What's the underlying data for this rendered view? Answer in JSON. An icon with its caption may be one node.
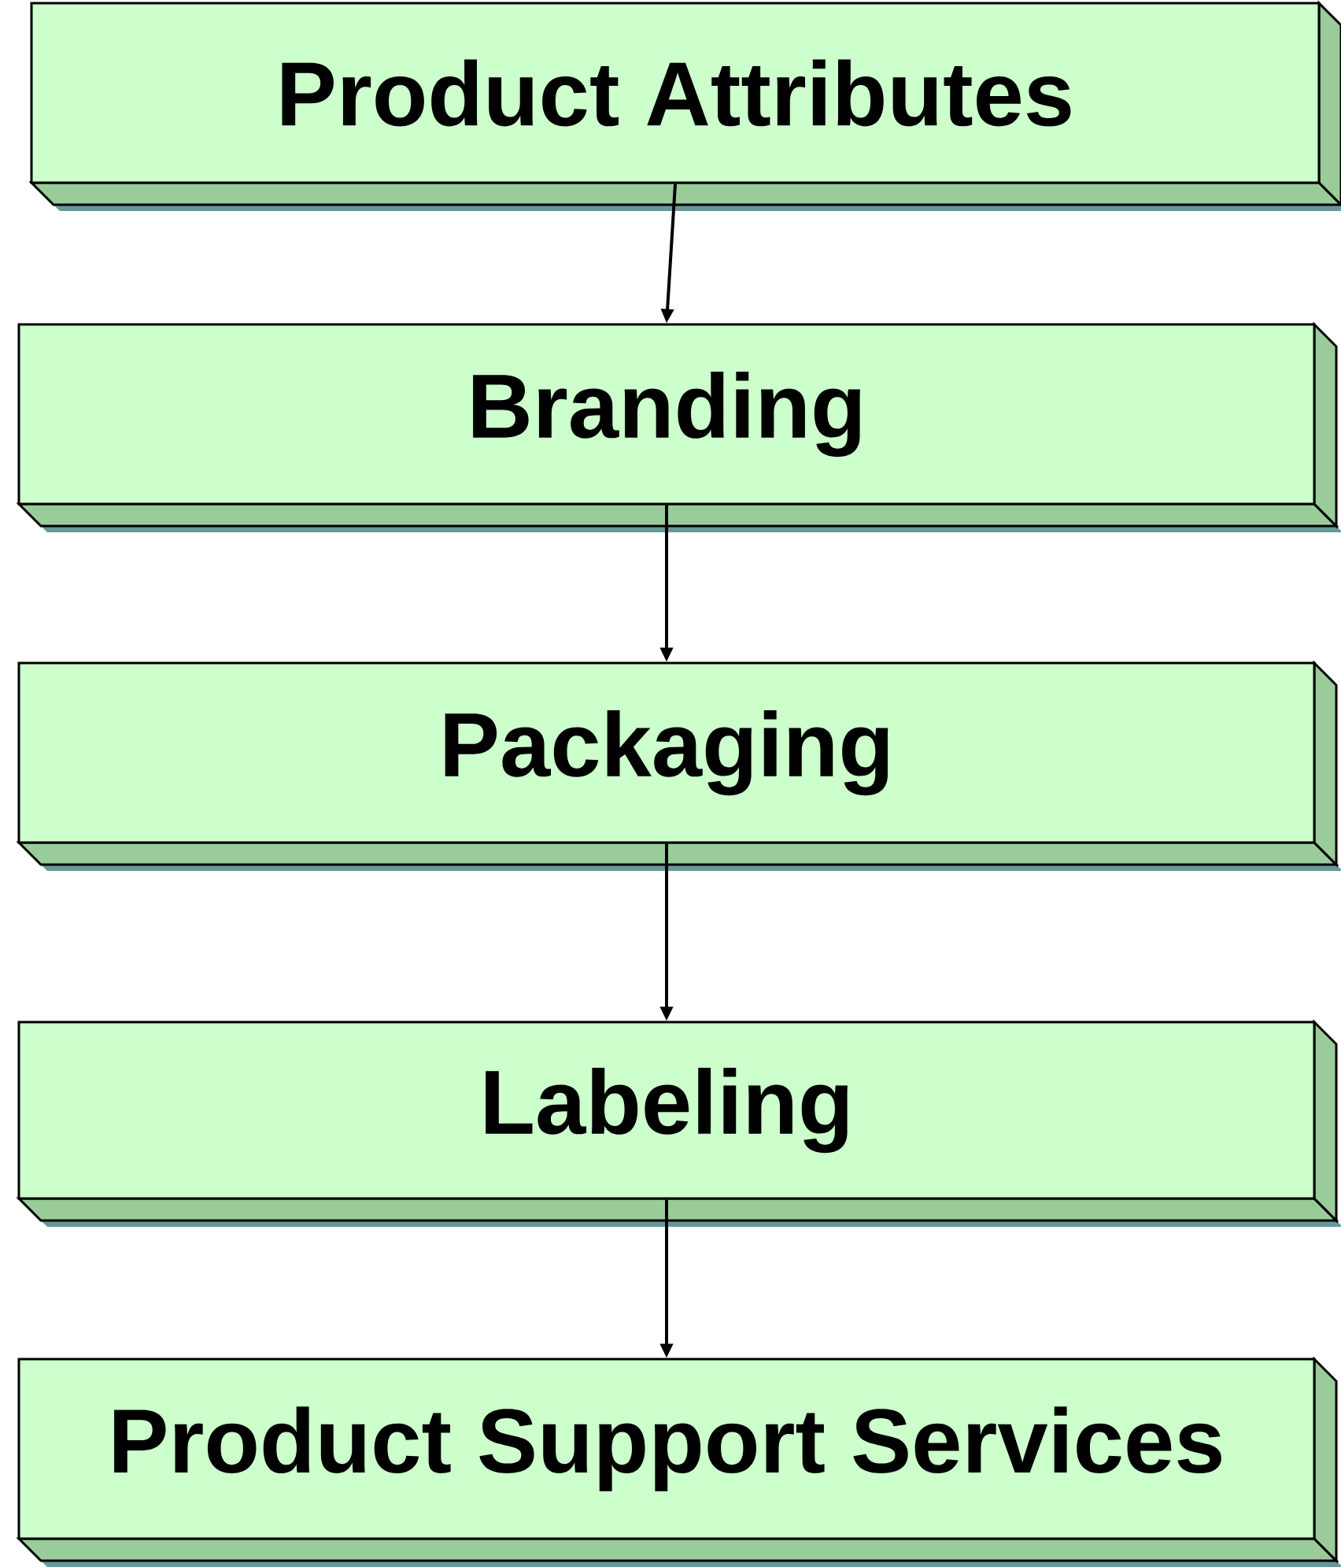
{
  "diagram": {
    "nodes": [
      {
        "text": [
          "Product Attributes"
        ]
      },
      {
        "text": [
          "Branding"
        ]
      },
      {
        "text": [
          "Packaging"
        ]
      },
      {
        "text": [
          "Labeling"
        ]
      },
      {
        "text": [
          "Product Support Services"
        ]
      }
    ],
    "edges": [
      {
        "from": 0,
        "to": 1,
        "arrow": "to"
      },
      {
        "from": 1,
        "to": 2,
        "arrow": "to"
      },
      {
        "from": 2,
        "to": 3,
        "arrow": "to"
      },
      {
        "from": 3,
        "to": 4,
        "arrow": "to"
      }
    ]
  }
}
